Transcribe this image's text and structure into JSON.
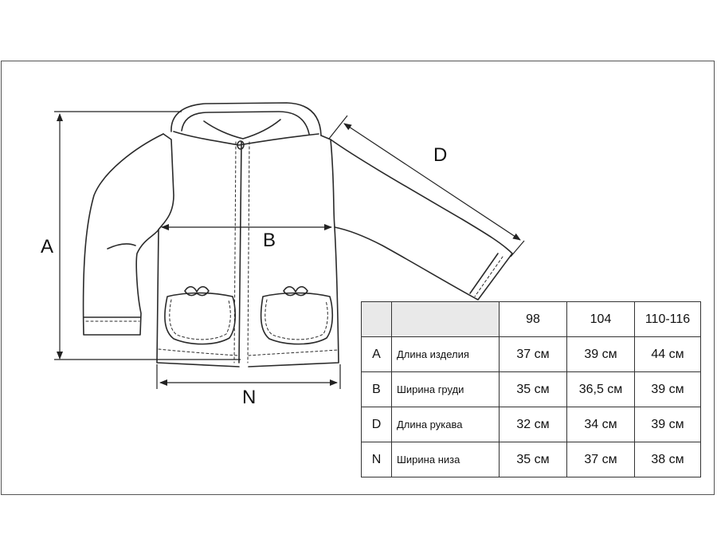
{
  "dimension_labels": {
    "a": "A",
    "b": "B",
    "d": "D",
    "n": "N"
  },
  "size_table": {
    "header": [
      "",
      "",
      "98",
      "104",
      "110-116"
    ],
    "rows": [
      {
        "code": "A",
        "name": "Длина изделия",
        "values": [
          "37 см",
          "39 см",
          "44 см"
        ]
      },
      {
        "code": "B",
        "name": "Ширина груди",
        "values": [
          "35 см",
          "36,5 см",
          "39 см"
        ]
      },
      {
        "code": "D",
        "name": "Длина рукава",
        "values": [
          "32 см",
          "34 см",
          "39 см"
        ]
      },
      {
        "code": "N",
        "name": "Ширина низа",
        "values": [
          "35 см",
          "37 см",
          "38 см"
        ]
      }
    ]
  },
  "colors": {
    "line": "#2a2a2a",
    "header_shade": "#e9e9e9"
  }
}
